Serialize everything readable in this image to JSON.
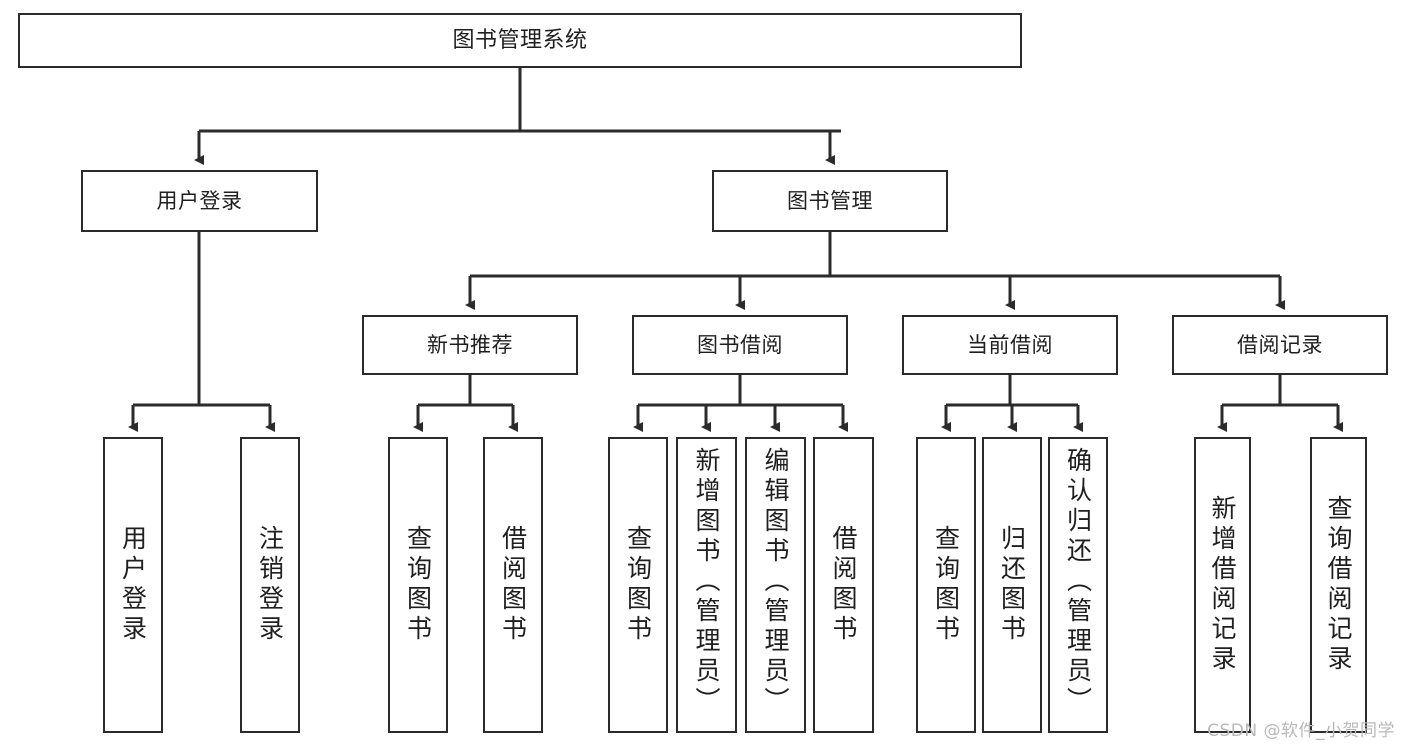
{
  "diagram": {
    "title": "图书管理系统",
    "watermark": "CSDN @软件_小贺同学",
    "edge_color": "#2b2b2b",
    "box_border_color": "#2b2b2b",
    "box_fill_color": "#ffffff",
    "levels": {
      "root": {
        "label": "图书管理系统"
      },
      "level2": [
        {
          "label": "用户登录"
        },
        {
          "label": "图书管理"
        }
      ],
      "level3": [
        {
          "label": "新书推荐"
        },
        {
          "label": "图书借阅"
        },
        {
          "label": "当前借阅"
        },
        {
          "label": "借阅记录"
        }
      ],
      "leaves": {
        "user_login": [
          {
            "label": "用户登录"
          },
          {
            "label": "注销登录"
          }
        ],
        "new_book_recommend": [
          {
            "label": "查询图书"
          },
          {
            "label": "借阅图书"
          }
        ],
        "book_borrow": [
          {
            "label": "查询图书"
          },
          {
            "label": "新增图书（管理员）"
          },
          {
            "label": "编辑图书（管理员）"
          },
          {
            "label": "借阅图书"
          }
        ],
        "current_borrow": [
          {
            "label": "查询图书"
          },
          {
            "label": "归还图书"
          },
          {
            "label": "确认归还（管理员）"
          }
        ],
        "borrow_record": [
          {
            "label": "新增借阅记录"
          },
          {
            "label": "查询借阅记录"
          }
        ]
      }
    }
  }
}
